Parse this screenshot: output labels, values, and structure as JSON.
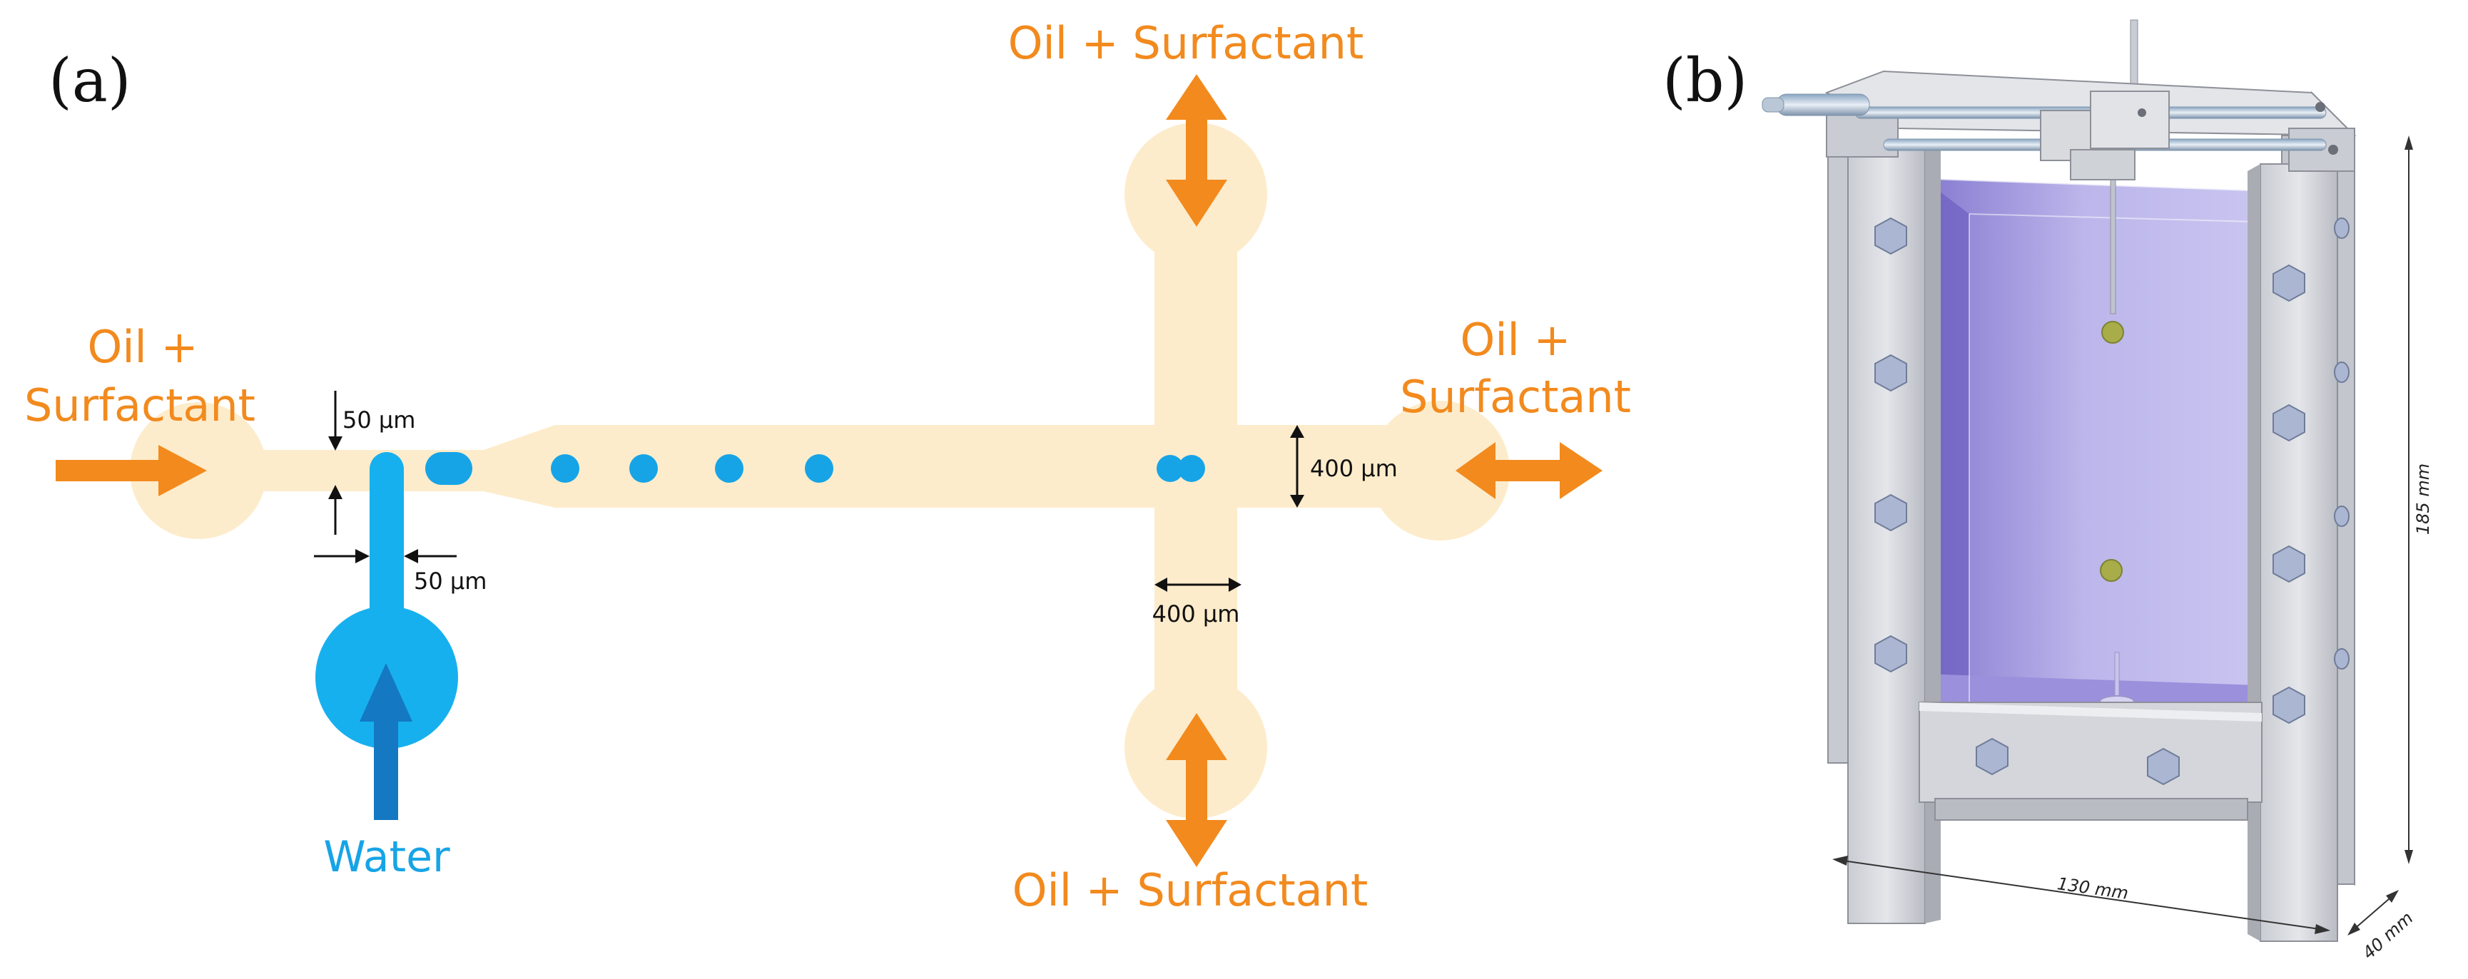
{
  "panel_a": {
    "label": "(a)",
    "inlet_left_line1": "Oil +",
    "inlet_left_line2": "Surfactant",
    "outlet_right_line1": "Oil +",
    "outlet_right_line2": "Surfactant",
    "top_label": "Oil + Surfactant",
    "bottom_label": "Oil + Surfactant",
    "water_label": "Water",
    "dim_nozzle_height": "50 µm",
    "dim_nozzle_width": "50 µm",
    "dim_channel_height": "400 µm",
    "dim_channel_width": "400 µm",
    "colors": {
      "channel": "#fdeccb",
      "arrow": "#f28a1e",
      "water": "#17b0ef",
      "water_arrow": "#1478c2",
      "droplet": "#17a4e6"
    }
  },
  "panel_b": {
    "label": "(b)",
    "dim_height": "185 mm",
    "dim_width": "130 mm",
    "dim_depth": "40 mm",
    "colors": {
      "frame": "#d7d9de",
      "liquid": "#8c7fd6",
      "particle": "#a8ad4a"
    }
  }
}
